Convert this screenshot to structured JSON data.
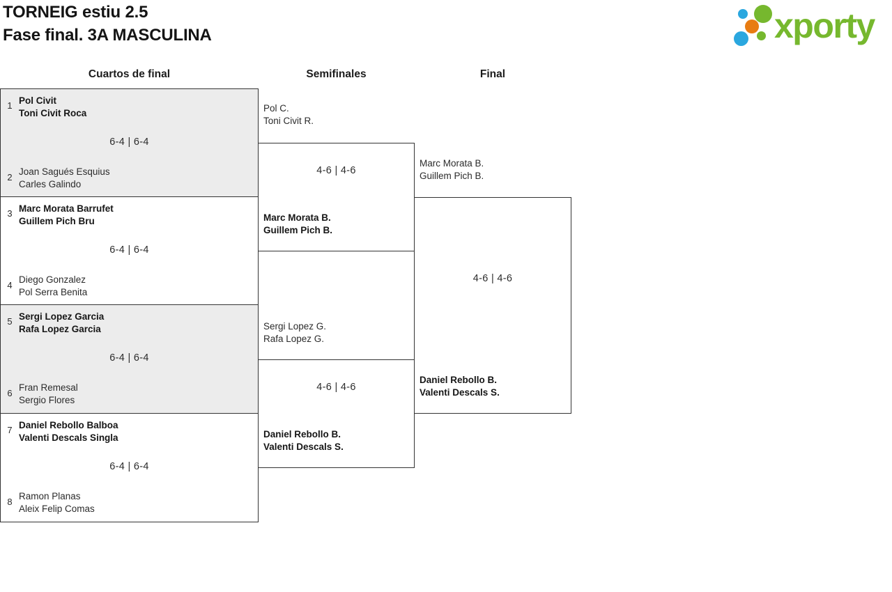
{
  "header": {
    "title_line1": "TORNEIG estiu 2.5",
    "title_line2": "Fase final. 3A MASCULINA"
  },
  "logo": {
    "brand": "xporty",
    "colors": {
      "green": "#76b82e",
      "orange": "#e87c12",
      "blue": "#2aa7df"
    }
  },
  "round_labels": {
    "quarterfinals": "Cuartos de final",
    "semifinals": "Semifinales",
    "final": "Final"
  },
  "quarterfinals": [
    {
      "seed_top": "1",
      "top_line1": "Pol Civit",
      "top_line2": "Toni Civit Roca",
      "score": "6-4 | 6-4",
      "seed_bottom": "2",
      "bottom_line1": "Joan Sagués Esquius",
      "bottom_line2": "Carles Galindo",
      "winner": "top"
    },
    {
      "seed_top": "3",
      "top_line1": "Marc Morata Barrufet",
      "top_line2": "Guillem Pich Bru",
      "score": "6-4 | 6-4",
      "seed_bottom": "4",
      "bottom_line1": "Diego Gonzalez",
      "bottom_line2": "Pol Serra Benita",
      "winner": "top"
    },
    {
      "seed_top": "5",
      "top_line1": "Sergi Lopez Garcia",
      "top_line2": "Rafa Lopez Garcia",
      "score": "6-4 | 6-4",
      "seed_bottom": "6",
      "bottom_line1": "Fran Remesal",
      "bottom_line2": "Sergio Flores",
      "winner": "top"
    },
    {
      "seed_top": "7",
      "top_line1": "Daniel Rebollo Balboa",
      "top_line2": "Valenti Descals Singla",
      "score": "6-4 | 6-4",
      "seed_bottom": "8",
      "bottom_line1": "Ramon Planas",
      "bottom_line2": "Aleix Felip Comas",
      "winner": "top"
    }
  ],
  "semifinals": [
    {
      "top_line1": "Pol C.",
      "top_line2": "Toni Civit R.",
      "score": "4-6 | 4-6",
      "bottom_line1": "Marc Morata B.",
      "bottom_line2": "Guillem Pich B.",
      "winner": "bottom"
    },
    {
      "top_line1": "Sergi Lopez G.",
      "top_line2": "Rafa Lopez G.",
      "score": "4-6 | 4-6",
      "bottom_line1": "Daniel Rebollo B.",
      "bottom_line2": "Valenti Descals S.",
      "winner": "bottom"
    }
  ],
  "final": {
    "top_line1": "Marc Morata B.",
    "top_line2": "Guillem Pich B.",
    "score": "4-6 | 4-6",
    "bottom_line1": "Daniel Rebollo B.",
    "bottom_line2": "Valenti Descals S.",
    "winner": "bottom"
  }
}
